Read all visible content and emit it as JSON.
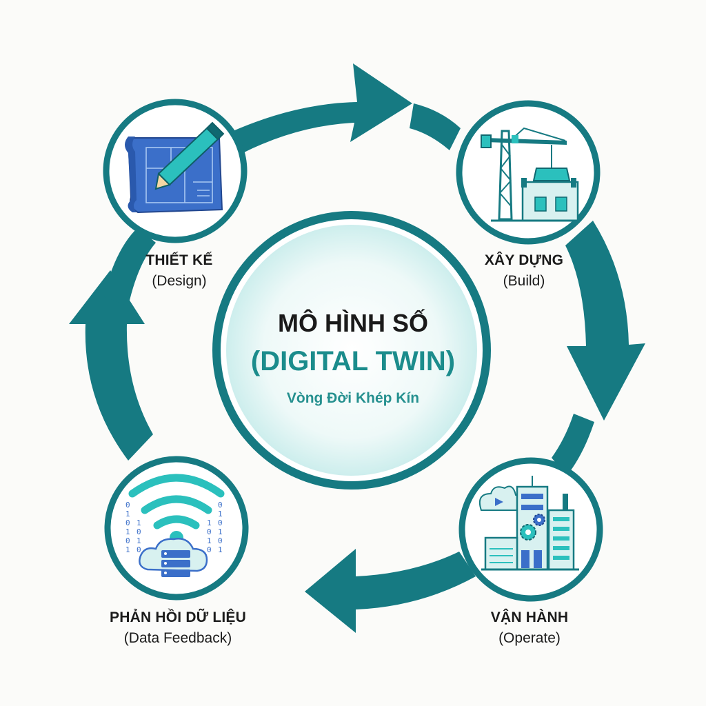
{
  "colors": {
    "ring": "#167a82",
    "ring_dark": "#0f6870",
    "accent": "#2bc0bd",
    "blue": "#3b6fc9",
    "text": "#1b1b1b",
    "center_teal": "#1b8c8c"
  },
  "center": {
    "title": "MÔ HÌNH SỐ",
    "subtitle": "(DIGITAL TWIN)",
    "caption": "Vòng Đời Khép Kín"
  },
  "stages": [
    {
      "key": "design",
      "label_vn": "THIẾT KẾ",
      "label_en": "(Design)",
      "icon": "blueprint-pencil-icon"
    },
    {
      "key": "build",
      "label_vn": "XÂY DỰNG",
      "label_en": "(Build)",
      "icon": "crane-construction-icon"
    },
    {
      "key": "operate",
      "label_vn": "VẬN HÀNH",
      "label_en": "(Operate)",
      "icon": "smart-building-gear-icon"
    },
    {
      "key": "feedback",
      "label_vn": "PHẢN HỒI DỮ LIỆU",
      "label_en": "(Data Feedback)",
      "icon": "wifi-cloud-server-icon"
    }
  ]
}
